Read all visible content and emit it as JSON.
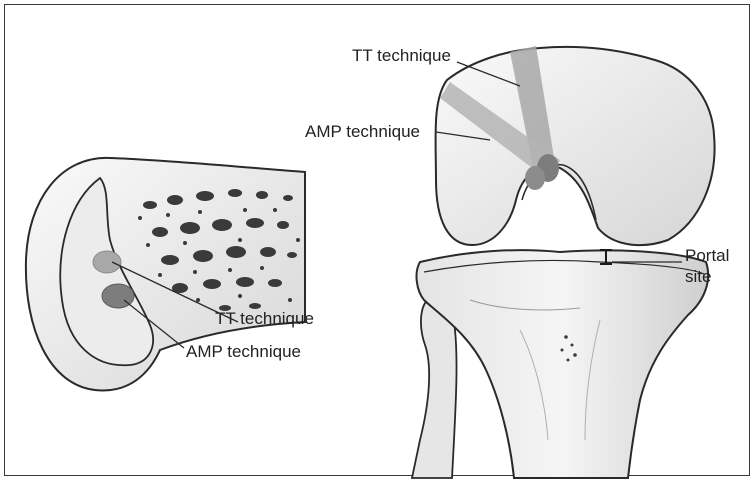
{
  "labels": {
    "tt_top": "TT technique",
    "amp_top": "AMP technique",
    "tt_left": "TT technique",
    "amp_left": "AMP technique",
    "portal_line1": "Portal",
    "portal_line2": "site"
  },
  "colors": {
    "outline": "#2a2a2a",
    "bone_fill": "#f2f2f2",
    "bone_shade": "#d9d9d9",
    "tunnel": "#a8a8a8",
    "tunnel_dark": "#7d7d7d",
    "label_text": "#222222"
  }
}
